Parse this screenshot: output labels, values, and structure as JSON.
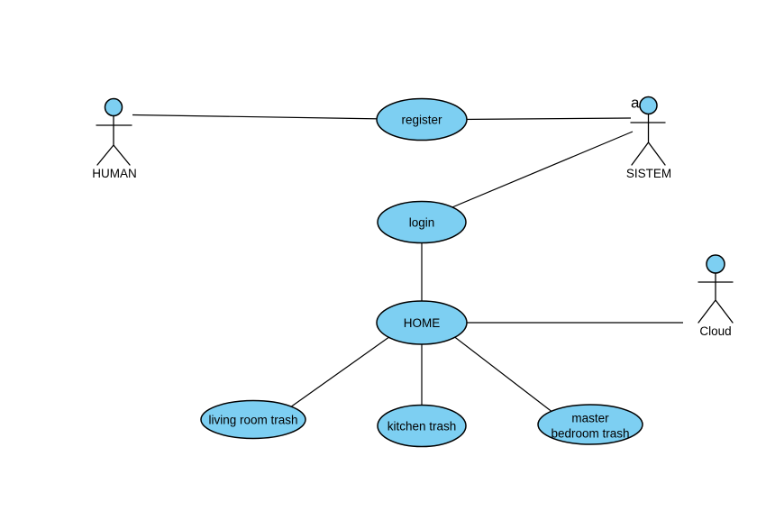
{
  "diagram": {
    "type": "uml-use-case-diagram",
    "background_color": "#ffffff",
    "colors": {
      "shape_fill": "#7DCFF2",
      "shape_stroke": "#000000",
      "connector": "#000000",
      "text": "#000000"
    },
    "actors": [
      {
        "name": "HUMAN"
      },
      {
        "name": "SISTEM",
        "stray_annotation": "a"
      },
      {
        "name": "Cloud"
      }
    ],
    "use_cases": [
      {
        "label": "register"
      },
      {
        "label": "login"
      },
      {
        "label": "HOME"
      },
      {
        "label": "living room trash"
      },
      {
        "label": "kitchen trash"
      },
      {
        "label": "master bedroom trash",
        "lines": [
          "master",
          "bedroom trash"
        ]
      }
    ],
    "connections": [
      {
        "from": "HUMAN",
        "to": "register"
      },
      {
        "from": "register",
        "to": "SISTEM"
      },
      {
        "from": "login",
        "to": "SISTEM"
      },
      {
        "from": "login",
        "to": "HOME"
      },
      {
        "from": "HOME",
        "to": "Cloud"
      },
      {
        "from": "HOME",
        "to": "living room trash"
      },
      {
        "from": "HOME",
        "to": "kitchen trash"
      },
      {
        "from": "HOME",
        "to": "master bedroom trash"
      }
    ]
  }
}
